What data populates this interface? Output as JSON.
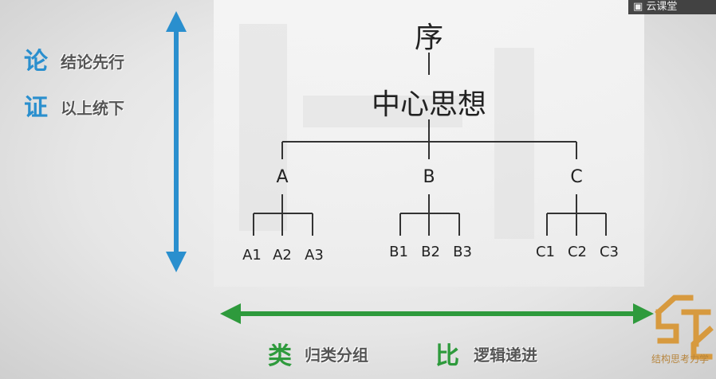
{
  "watermark": {
    "text": "云课堂"
  },
  "tree": {
    "root": "序",
    "main": "中心思想",
    "branches": [
      {
        "label": "A",
        "children": [
          "A1",
          "A2",
          "A3"
        ]
      },
      {
        "label": "B",
        "children": [
          "B1",
          "B2",
          "B3"
        ]
      },
      {
        "label": "C",
        "children": [
          "C1",
          "C2",
          "C3"
        ]
      }
    ]
  },
  "left_labels": [
    {
      "big": "论",
      "text": "结论先行"
    },
    {
      "big": "证",
      "text": "以上统下"
    }
  ],
  "bottom_labels": [
    {
      "big": "类",
      "text": "归类分组"
    },
    {
      "big": "比",
      "text": "逻辑递进"
    }
  ],
  "logo": {
    "caption": "结构思考力学"
  },
  "colors": {
    "vertical_arrow": "#2a8fce",
    "horizontal_arrow": "#2e9a3c",
    "logo": "#d79a3f"
  }
}
